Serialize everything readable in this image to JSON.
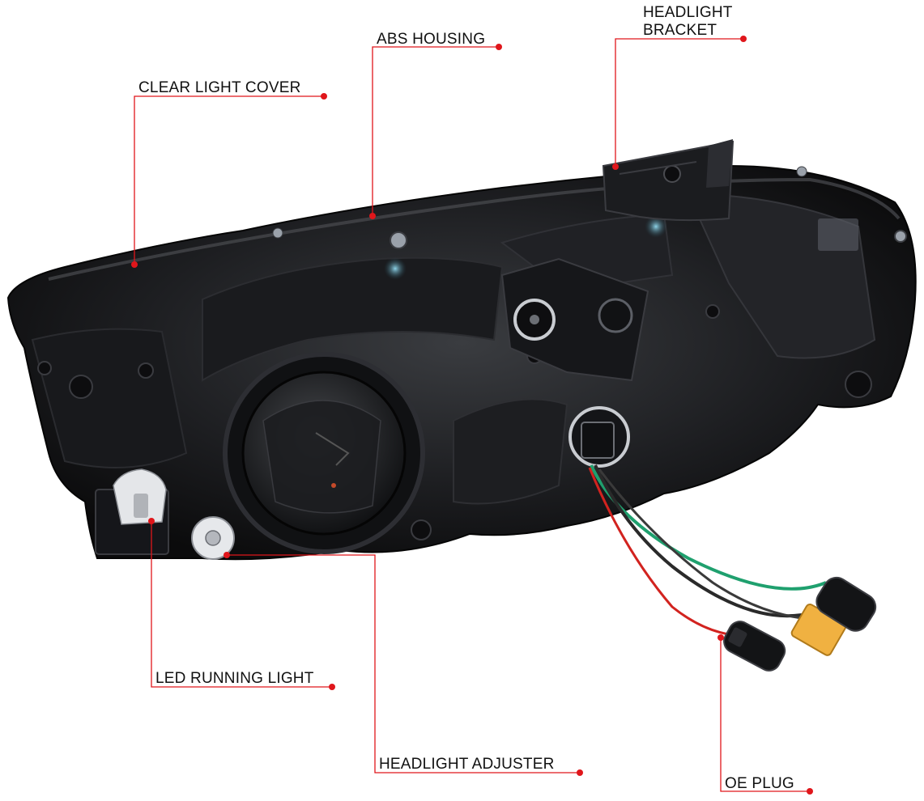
{
  "diagram": {
    "accent_color": "#e0161b",
    "product": "black headlight housing, rear view",
    "labels": {
      "headlight_bracket": [
        "HEADLIGHT",
        "BRACKET"
      ],
      "abs_housing": "ABS HOUSING",
      "clear_light_cover": "CLEAR LIGHT COVER",
      "led_running_light": "LED RUNNING LIGHT",
      "headlight_adjuster": "HEADLIGHT ADJUSTER",
      "oe_plug": "OE PLUG"
    }
  }
}
